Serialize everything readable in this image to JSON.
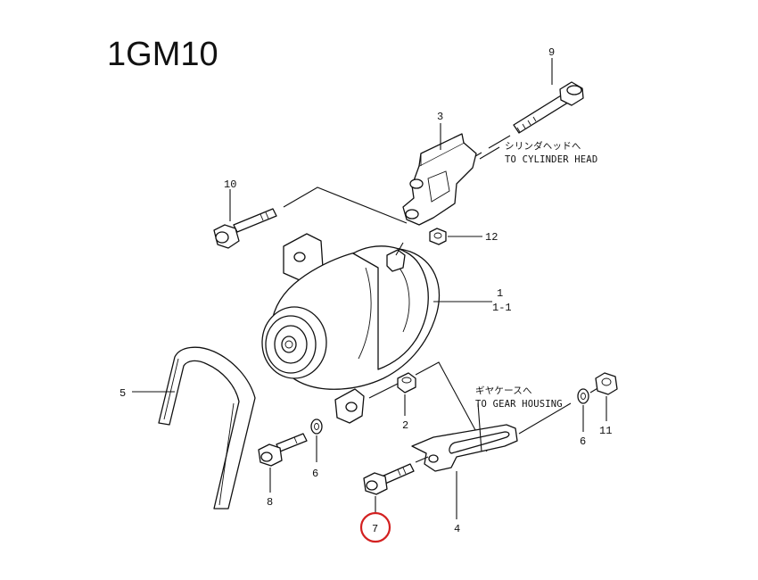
{
  "diagram": {
    "title": "1GM10",
    "callouts": {
      "p1": "1",
      "p1_1": "1-1",
      "p2": "2",
      "p3": "3",
      "p4": "4",
      "p5": "5",
      "p6a": "6",
      "p6b": "6",
      "p7": "7",
      "p8": "8",
      "p9": "9",
      "p10": "10",
      "p11": "11",
      "p12": "12"
    },
    "notes": {
      "cylinder_head_jp": "シリンダヘッドへ",
      "cylinder_head_en": "TO CYLINDER HEAD",
      "gear_housing_jp": "ギヤケースへ",
      "gear_housing_en": "TO GEAR HOUSING"
    },
    "highlight": {
      "part": "7",
      "color": "#d32020"
    }
  }
}
